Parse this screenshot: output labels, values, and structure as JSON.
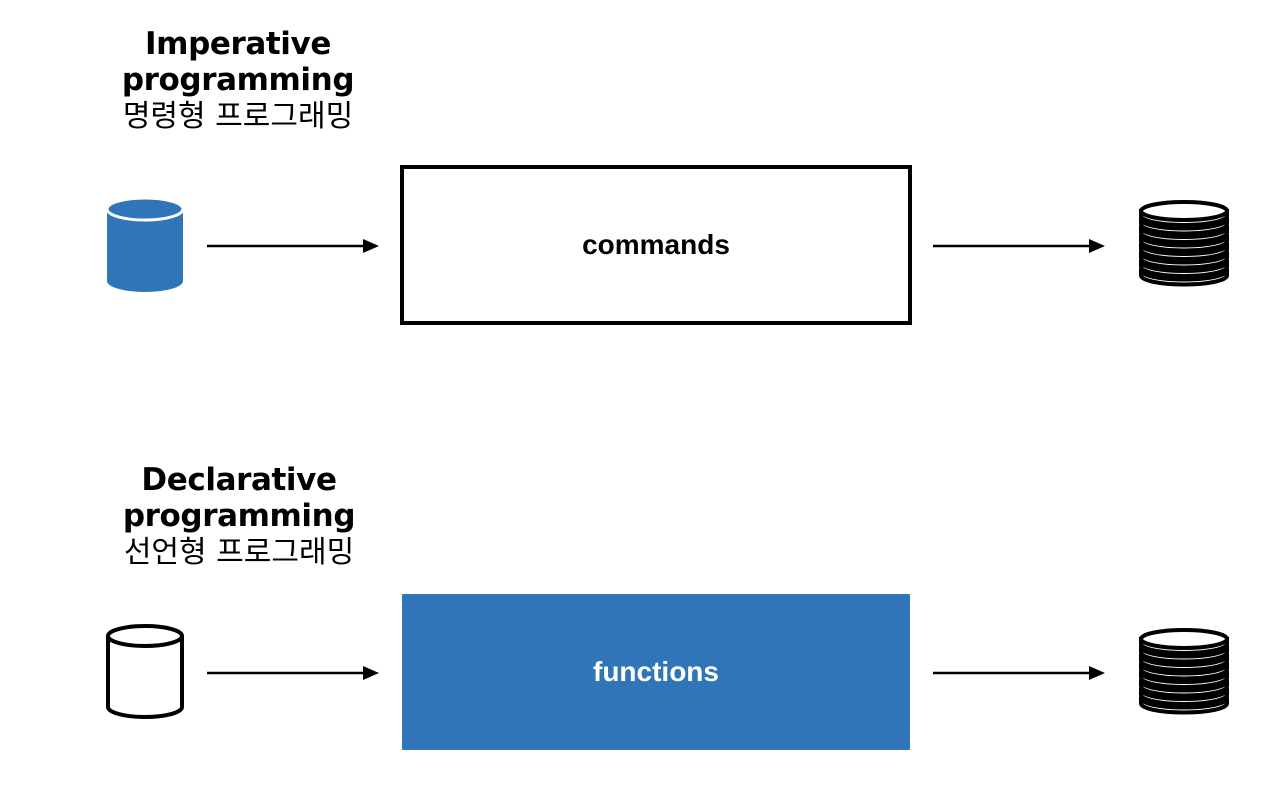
{
  "imperative": {
    "title": "Imperative programming",
    "subtitle": "명령형 프로그래밍",
    "process_label": "commands",
    "input_icon": "database-cylinder-icon",
    "output_icon": "coin-stack-icon"
  },
  "declarative": {
    "title": "Declarative programming",
    "subtitle": "선언형 프로그래밍",
    "process_label": "functions",
    "input_icon": "database-cylinder-icon",
    "output_icon": "coin-stack-icon"
  },
  "colors": {
    "accent_blue": "#2f75b7",
    "stroke": "#000000",
    "background": "#ffffff"
  }
}
